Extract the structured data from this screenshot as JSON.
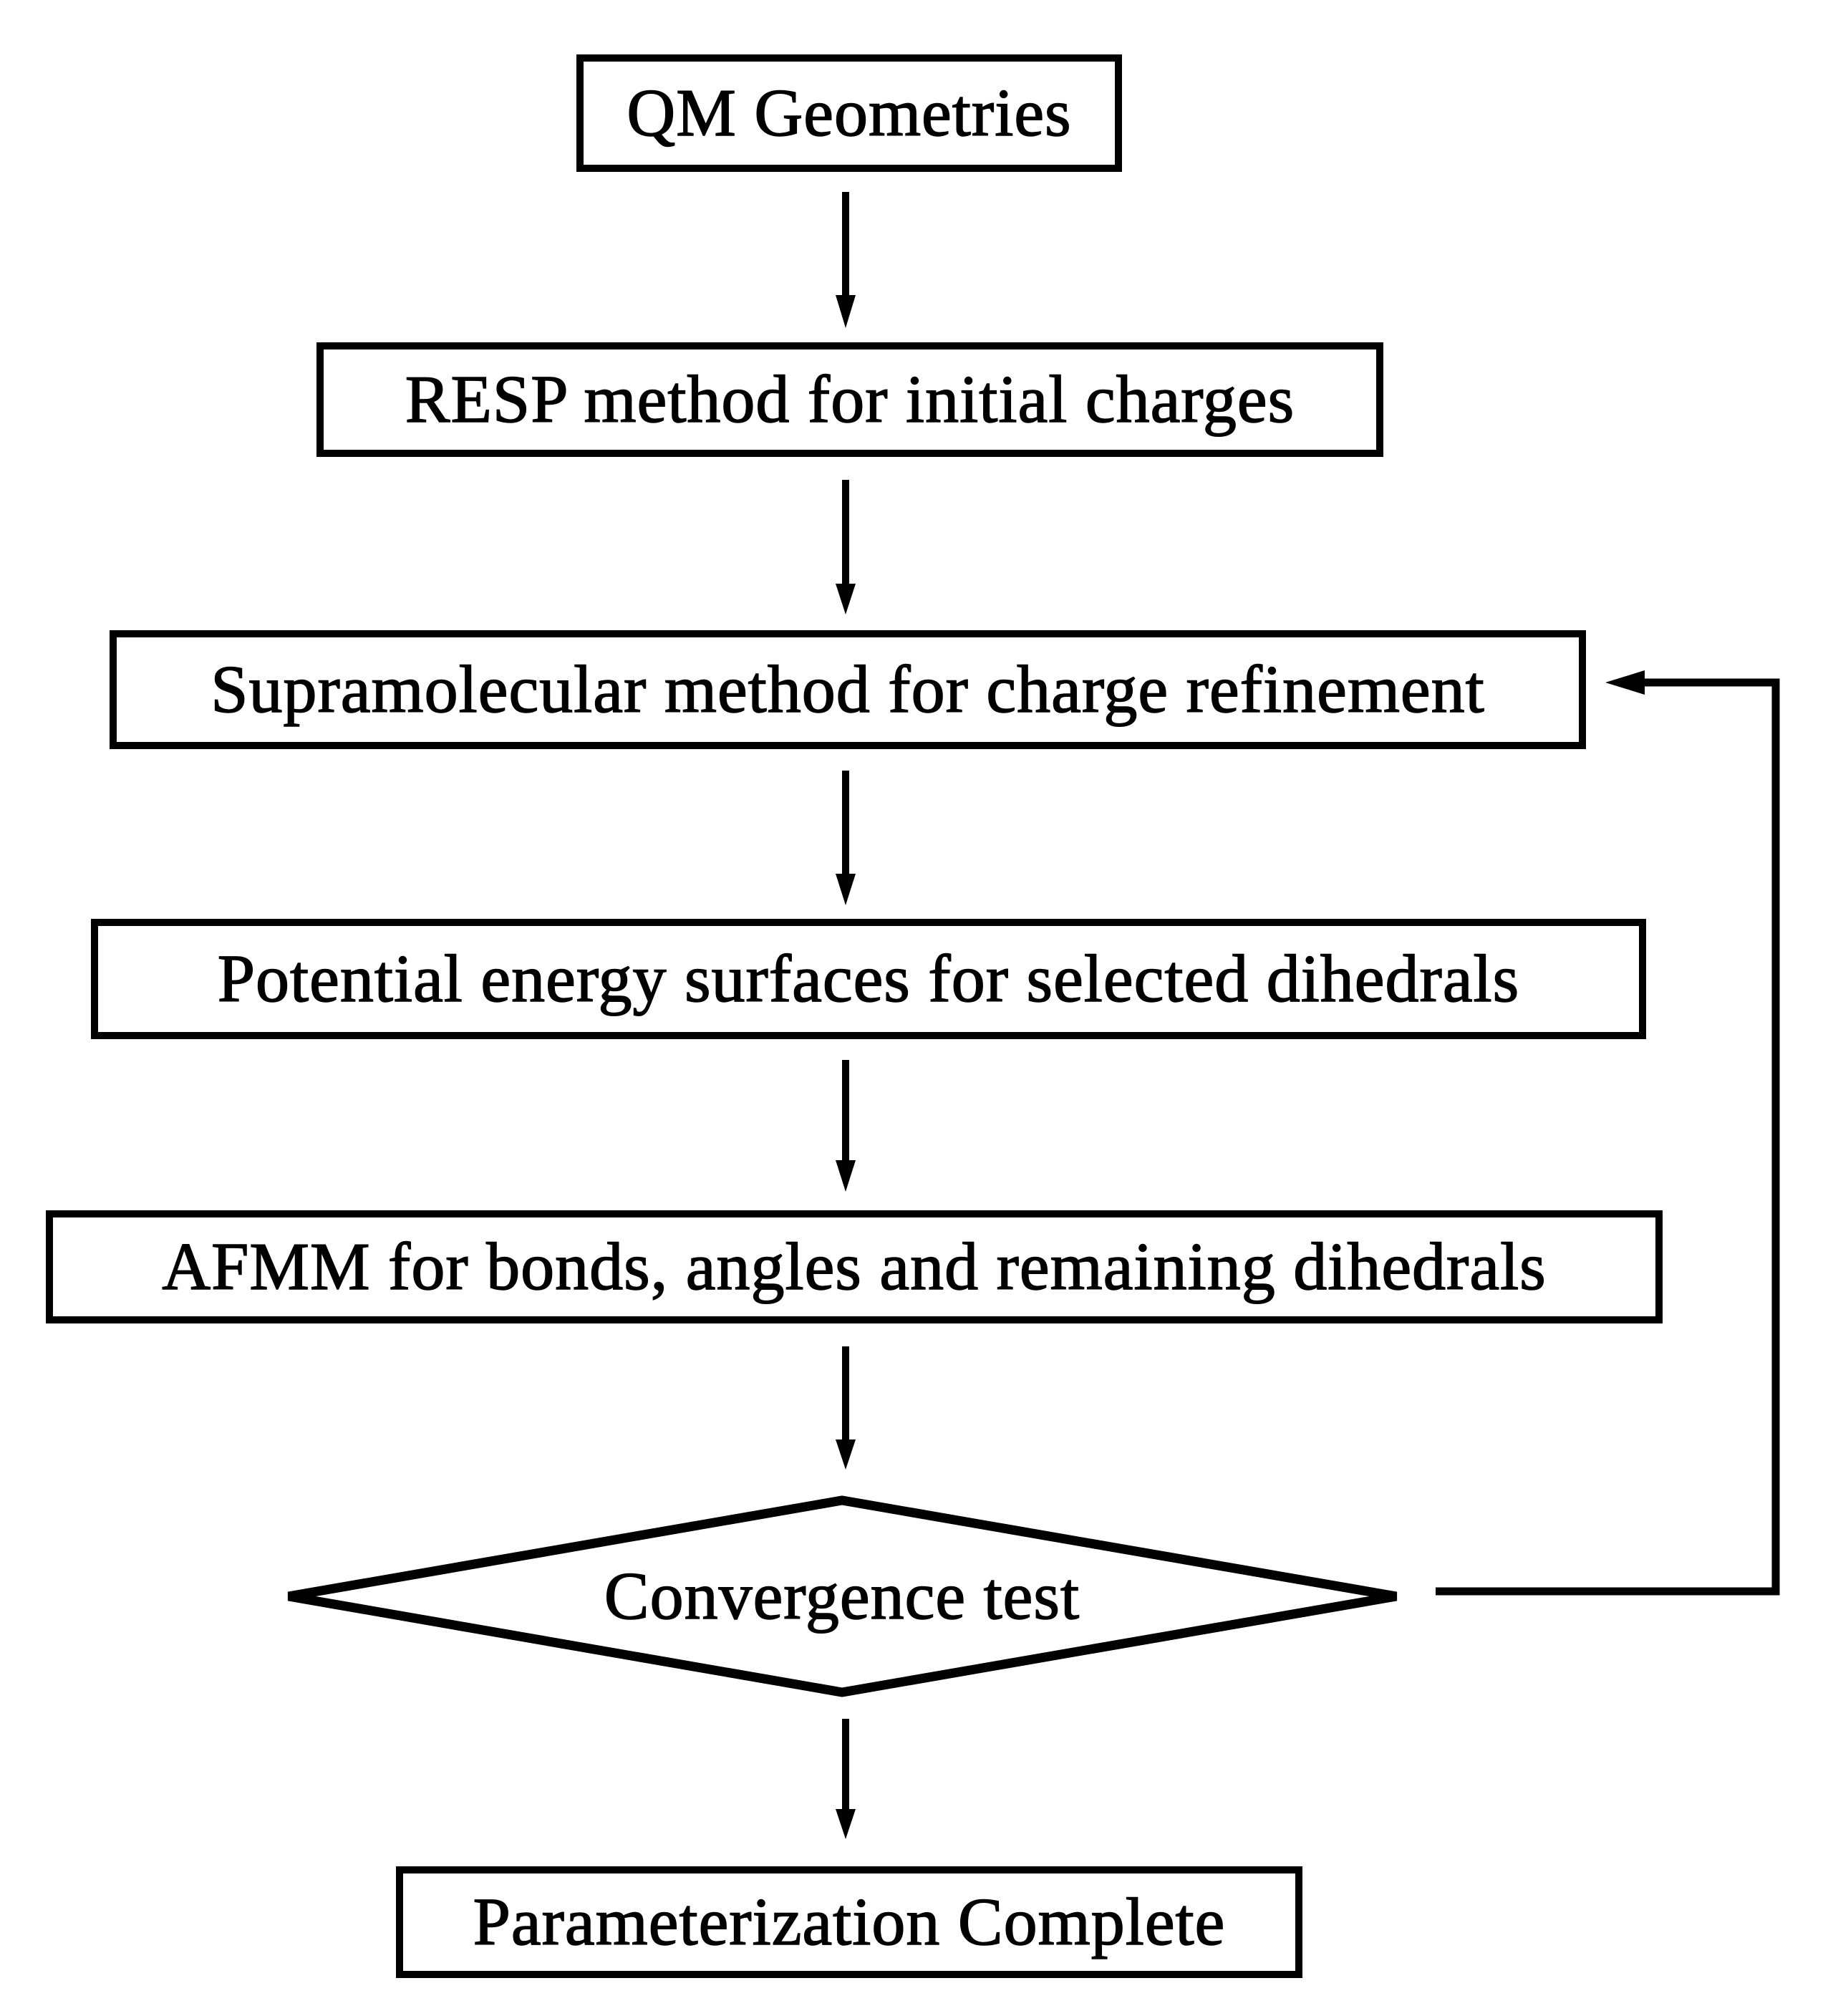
{
  "diagram": {
    "type": "flowchart",
    "background_color": "#ffffff",
    "line_color": "#000000",
    "nodes": [
      {
        "id": "qm",
        "label": "QM Geometries",
        "shape": "rectangle"
      },
      {
        "id": "resp",
        "label": "RESP method for initial charges",
        "shape": "rectangle"
      },
      {
        "id": "supra",
        "label": "Supramolecular method for charge refinement",
        "shape": "rectangle"
      },
      {
        "id": "pes",
        "label": "Potential energy surfaces for selected dihedrals",
        "shape": "rectangle"
      },
      {
        "id": "afmm",
        "label": "AFMM for bonds, angles and remaining dihedrals",
        "shape": "rectangle"
      },
      {
        "id": "conv",
        "label": "Convergence test",
        "shape": "diamond"
      },
      {
        "id": "done",
        "label": "Parameterization Complete",
        "shape": "rectangle"
      }
    ],
    "edges": [
      {
        "from": "qm",
        "to": "resp",
        "style": "arrow-down"
      },
      {
        "from": "resp",
        "to": "supra",
        "style": "arrow-down"
      },
      {
        "from": "supra",
        "to": "pes",
        "style": "arrow-down"
      },
      {
        "from": "pes",
        "to": "afmm",
        "style": "arrow-down"
      },
      {
        "from": "afmm",
        "to": "conv",
        "style": "arrow-down"
      },
      {
        "from": "conv",
        "to": "done",
        "style": "arrow-down"
      },
      {
        "from": "conv",
        "to": "supra",
        "style": "feedback-loop-right"
      }
    ]
  }
}
